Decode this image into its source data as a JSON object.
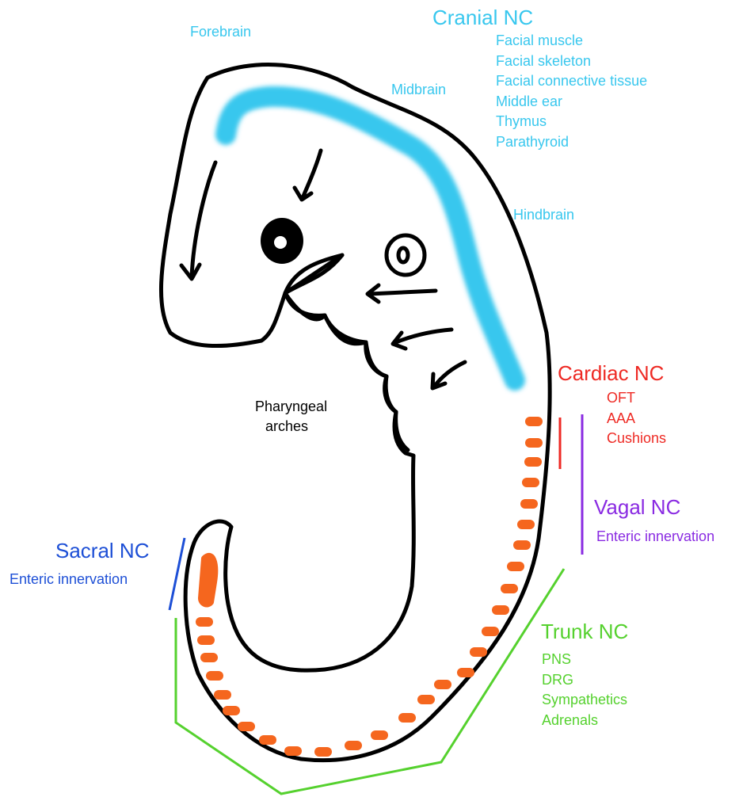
{
  "colors": {
    "cranial": "#38c7ee",
    "cardiac": "#ee2a24",
    "vagal": "#8a2be2",
    "sacral": "#1d4fd6",
    "trunk": "#55d12e",
    "somites": "#f5661e",
    "outline": "#000000"
  },
  "brain_regions": {
    "forebrain": "Forebrain",
    "midbrain": "Midbrain",
    "hindbrain": "Hindbrain"
  },
  "cranial_nc": {
    "title": "Cranial NC",
    "derivatives": [
      "Facial muscle",
      "Facial skeleton",
      "Facial connective tissue",
      "Middle ear",
      "Thymus",
      "Parathyroid"
    ]
  },
  "cardiac_nc": {
    "title": "Cardiac NC",
    "derivatives": [
      "OFT",
      "AAA",
      "Cushions"
    ]
  },
  "vagal_nc": {
    "title": "Vagal NC",
    "derivatives": [
      "Enteric innervation"
    ]
  },
  "sacral_nc": {
    "title": "Sacral NC",
    "derivatives": [
      "Enteric innervation"
    ]
  },
  "trunk_nc": {
    "title": "Trunk NC",
    "derivatives": [
      "PNS",
      "DRG",
      "Sympathetics",
      "Adrenals"
    ]
  },
  "pharyngeal": {
    "line1": "Pharyngeal",
    "line2": "arches"
  }
}
